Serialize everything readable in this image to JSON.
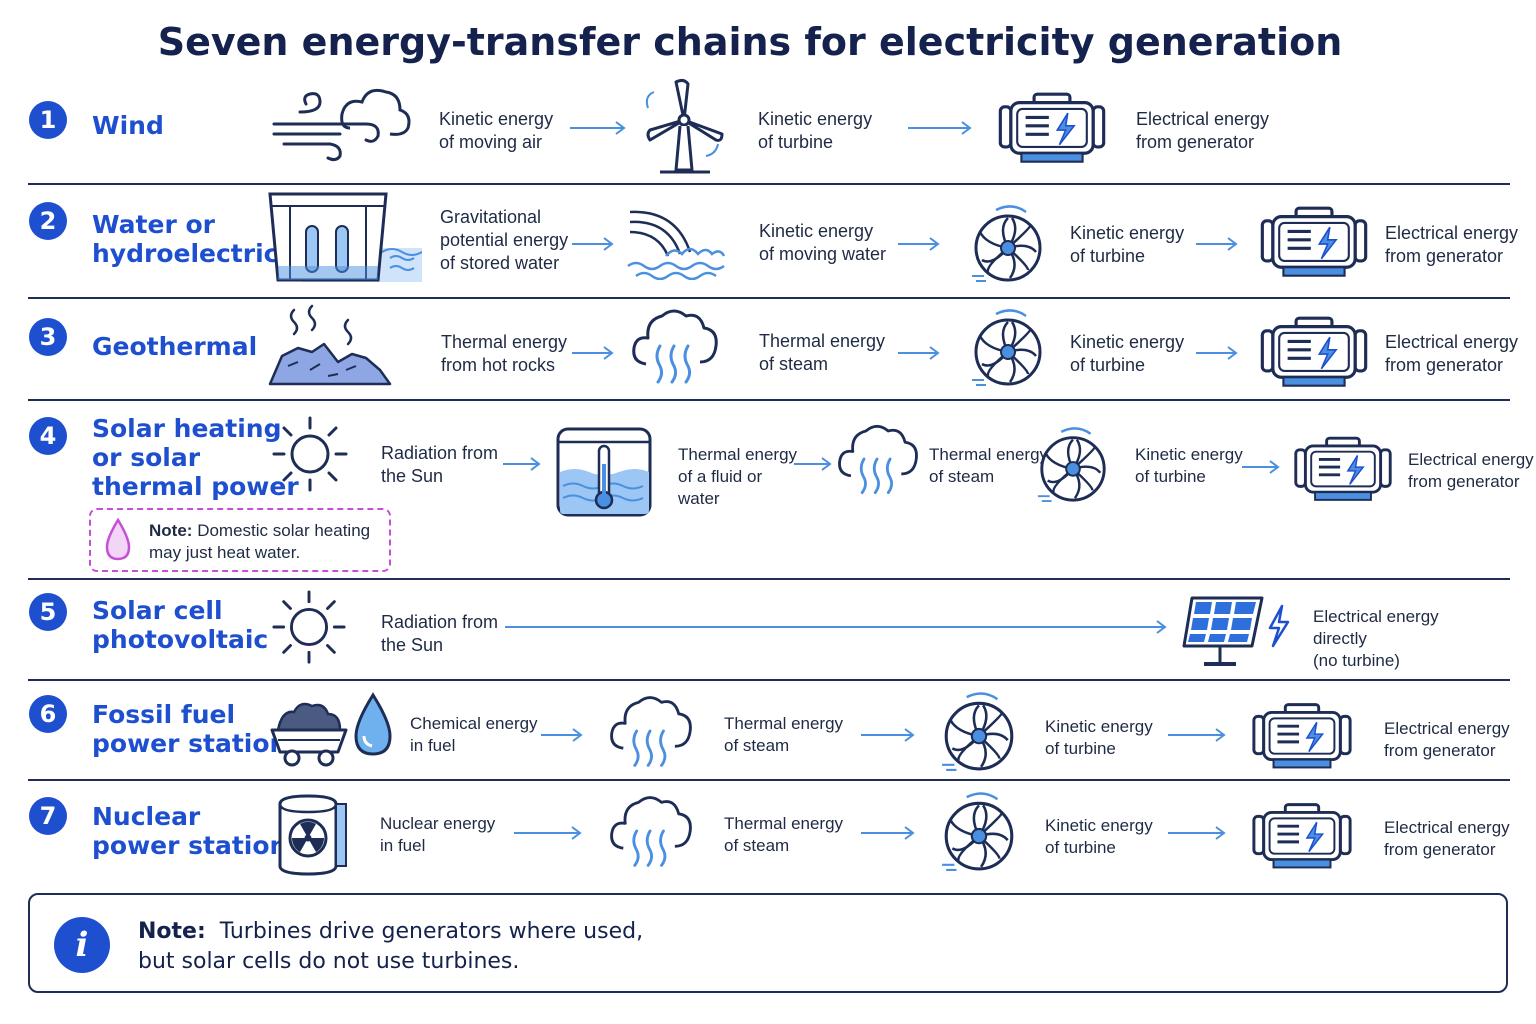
{
  "title": "Seven energy-transfer chains for electricity generation",
  "colors": {
    "accent": "#1e4fcf",
    "arrow": "#4a8fe0",
    "note_border": "#c74fd8",
    "ink": "#1e2d55"
  },
  "rows": [
    {
      "number": "1",
      "name": "Wind",
      "labels": [
        "Kinetic energy\nof moving air",
        "Kinetic energy\nof turbine",
        "Electrical energy\nfrom generator"
      ]
    },
    {
      "number": "2",
      "name": "Water or\nhydroelectric",
      "labels": [
        "Gravitational\npotential energy\nof stored water",
        "Kinetic energy\nof moving water",
        "Kinetic energy\nof turbine",
        "Electrical energy\nfrom generator"
      ]
    },
    {
      "number": "3",
      "name": "Geothermal",
      "labels": [
        "Thermal energy\nfrom hot rocks",
        "Thermal energy\nof steam",
        "Kinetic energy\nof turbine",
        "Electrical energy\nfrom generator"
      ]
    },
    {
      "number": "4",
      "name": "Solar heating\nor solar\nthermal power",
      "labels": [
        "Radiation from\nthe Sun",
        "Thermal energy\nof a fluid or\nwater",
        "Thermal energy\nof steam",
        "Kinetic energy\nof turbine",
        "Electrical energy\nfrom generator"
      ],
      "note": {
        "label": "Note:",
        "text": "Domestic solar heating\nmay just heat water."
      }
    },
    {
      "number": "5",
      "name": "Solar cell\nphotovoltaic",
      "labels": [
        "Radiation from\nthe Sun",
        "Electrical energy\ndirectly\n(no turbine)"
      ]
    },
    {
      "number": "6",
      "name": "Fossil fuel\npower station",
      "labels": [
        "Chemical energy\nin fuel",
        "Thermal energy\nof steam",
        "Kinetic energy\nof turbine",
        "Electrical energy\nfrom generator"
      ]
    },
    {
      "number": "7",
      "name": "Nuclear\npower station",
      "labels": [
        "Nuclear energy\nin fuel",
        "Thermal energy\nof steam",
        "Kinetic energy\nof turbine",
        "Electrical energy\nfrom generator"
      ]
    }
  ],
  "bottom_note": {
    "label": "Note:",
    "line1": "Turbines drive generators where used,",
    "line2": "but solar cells do not use turbines."
  },
  "icons": [
    "wind-icon",
    "wind-turbine-icon",
    "generator-icon",
    "dam-icon",
    "moving-water-icon",
    "turbine-icon",
    "hot-rocks-icon",
    "steam-cloud-icon",
    "sun-icon",
    "water-tank-thermometer-icon",
    "solar-panel-icon",
    "lightning-icon",
    "coal-cart-icon",
    "oil-drop-icon",
    "nuclear-fuel-icon",
    "info-icon",
    "water-drop-icon"
  ]
}
